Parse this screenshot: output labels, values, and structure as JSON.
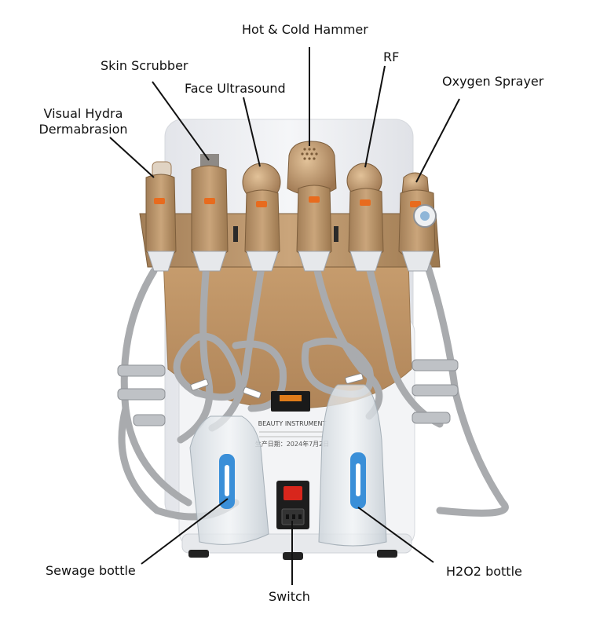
{
  "labels": {
    "hot_cold_hammer": "Hot & Cold Hammer",
    "skin_scrubber": "Skin Scrubber",
    "rf": "RF",
    "face_ultrasound": "Face Ultrasound",
    "oxygen_sprayer": "Oxygen Sprayer",
    "visual_hydra_line1": "Visual Hydra",
    "visual_hydra_line2": "Dermabrasion",
    "sewage_bottle": "Sewage bottle",
    "h2o2_bottle": "H2O2 bottle",
    "switch": "Switch"
  },
  "nameplate": {
    "brand": "BEAUTY INSTRUMENT",
    "date_line": "生产日期：2024年7月2日"
  },
  "colors": {
    "gold": "#b8946a",
    "gold_dark": "#8f6c47",
    "shell": "#eceef2",
    "hose": "#a9abae",
    "switch_red": "#d8261c",
    "bottle_tab": "#3a8fd8",
    "leader": "#111111"
  }
}
